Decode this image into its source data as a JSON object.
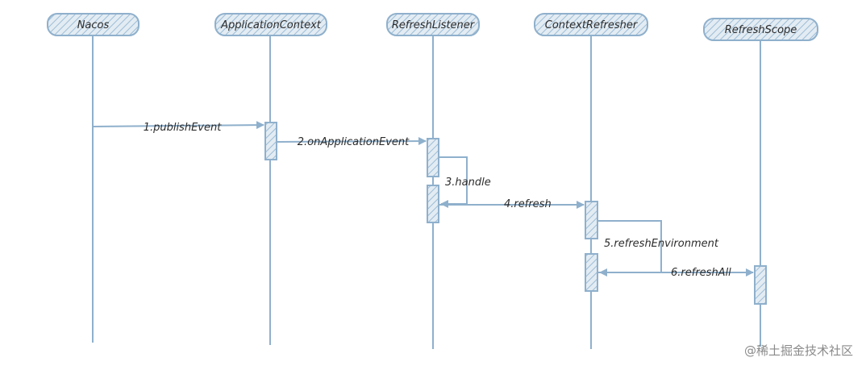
{
  "participants": [
    {
      "id": "nacos",
      "label": "Nacos"
    },
    {
      "id": "appctx",
      "label": "ApplicationContext"
    },
    {
      "id": "listener",
      "label": "RefreshListener"
    },
    {
      "id": "refresher",
      "label": "ContextRefresher"
    },
    {
      "id": "scope",
      "label": "RefreshScope"
    }
  ],
  "messages": [
    {
      "id": "m1",
      "label": "1.publishEvent"
    },
    {
      "id": "m2",
      "label": "2.onApplicationEvent"
    },
    {
      "id": "m3",
      "label": "3.handle"
    },
    {
      "id": "m4",
      "label": "4.refresh"
    },
    {
      "id": "m5",
      "label": "5.refreshEnvironment"
    },
    {
      "id": "m6",
      "label": "6.refreshAll"
    }
  ],
  "watermark": "@稀土掘金技术社区",
  "colors": {
    "line": "#8fb0cc",
    "box_fill": "#dbe6ee",
    "hatch": "#9cbcd6",
    "text": "#2c2c2c"
  }
}
